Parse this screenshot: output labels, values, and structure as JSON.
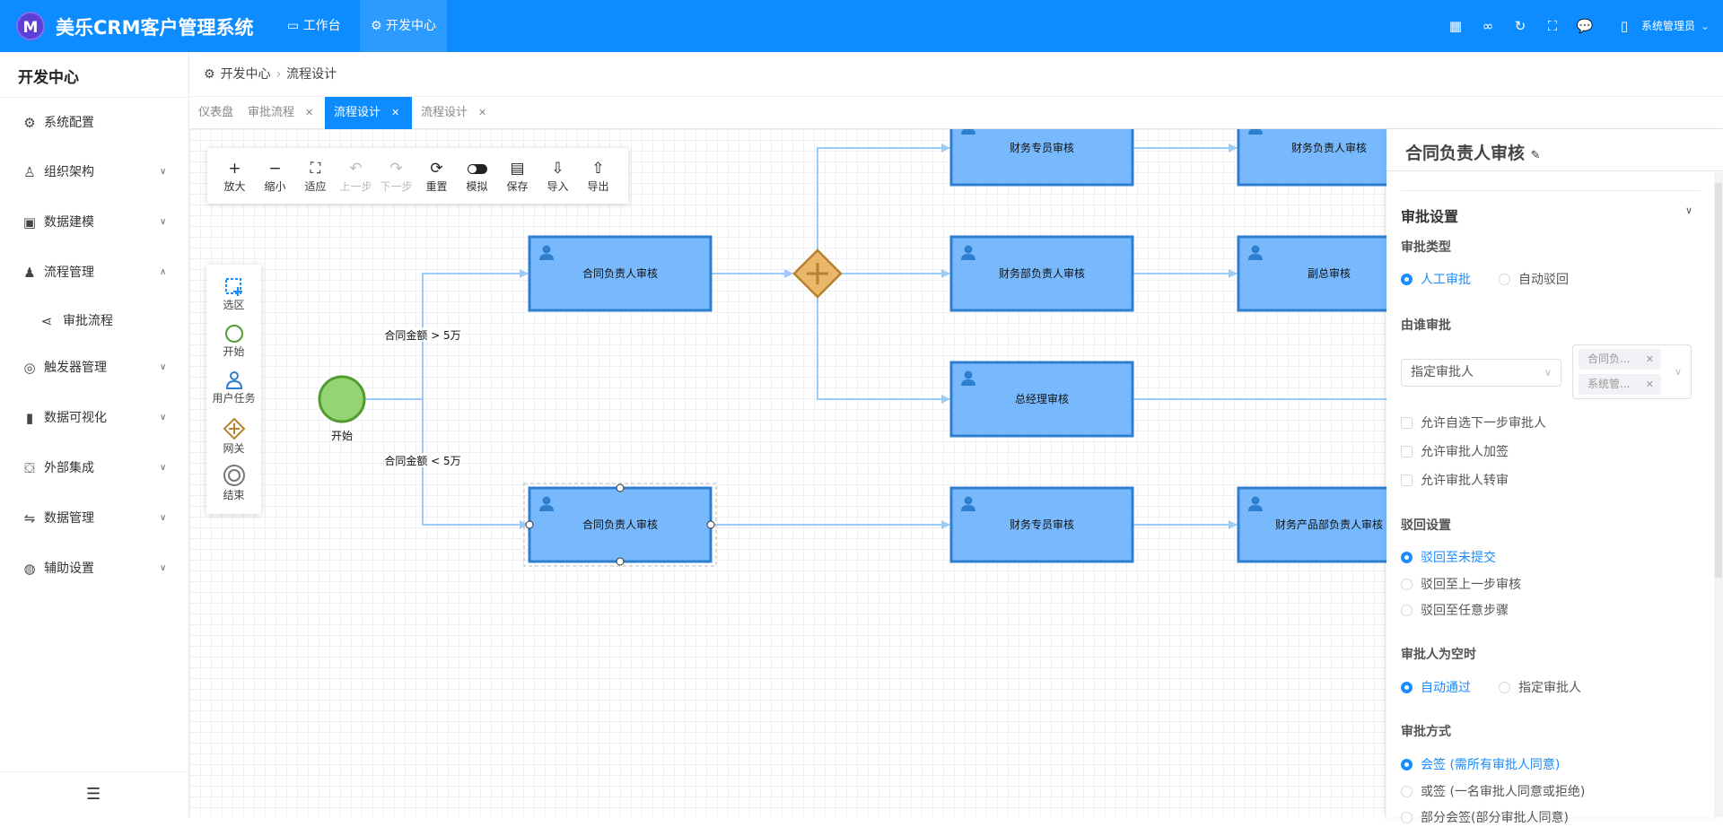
{
  "header": {
    "logo_text": "M",
    "title": "美乐CRM客户管理系统",
    "nav": [
      {
        "label": "工作台",
        "icon": "monitor-icon"
      },
      {
        "label": "开发中心",
        "icon": "gear-icon",
        "active": true
      }
    ],
    "icons": [
      "grid-apps-icon",
      "link-icon",
      "refresh-icon",
      "fullscreen-icon",
      "message-icon",
      "mobile-icon"
    ],
    "user": "系统管理员"
  },
  "sidebar": {
    "title": "开发中心",
    "items": [
      {
        "label": "系统配置",
        "icon": "gear-icon"
      },
      {
        "label": "组织架构",
        "icon": "user-icon",
        "expandable": true
      },
      {
        "label": "数据建模",
        "icon": "briefcase-icon",
        "expandable": true
      },
      {
        "label": "流程管理",
        "icon": "stamp-icon",
        "expanded": true
      },
      {
        "label": "审批流程",
        "icon": "share-icon",
        "sub": true
      },
      {
        "label": "触发器管理",
        "icon": "compass-icon",
        "expandable": true
      },
      {
        "label": "数据可视化",
        "icon": "bar-chart-icon",
        "expandable": true
      },
      {
        "label": "外部集成",
        "icon": "bag-icon",
        "expandable": true
      },
      {
        "label": "数据管理",
        "icon": "swap-icon",
        "expandable": true
      },
      {
        "label": "辅助设置",
        "icon": "lifebuoy-icon",
        "expandable": true
      }
    ]
  },
  "breadcrumb": [
    "开发中心",
    "流程设计"
  ],
  "tabs": [
    {
      "label": "仪表盘"
    },
    {
      "label": "审批流程",
      "closable": true
    },
    {
      "label": "流程设计",
      "closable": true,
      "active": true
    },
    {
      "label": "流程设计",
      "closable": true
    }
  ],
  "toolbar": [
    {
      "label": "放大",
      "icon": "plus-icon"
    },
    {
      "label": "缩小",
      "icon": "minus-icon"
    },
    {
      "label": "适应",
      "icon": "fit-icon"
    },
    {
      "label": "上一步",
      "icon": "undo-icon",
      "disabled": true
    },
    {
      "label": "下一步",
      "icon": "redo-icon",
      "disabled": true
    },
    {
      "label": "重置",
      "icon": "reset-icon"
    },
    {
      "label": "模拟",
      "icon": "toggle-icon"
    },
    {
      "label": "保存",
      "icon": "save-icon"
    },
    {
      "label": "导入",
      "icon": "import-icon"
    },
    {
      "label": "导出",
      "icon": "export-icon"
    }
  ],
  "palette": [
    {
      "label": "选区"
    },
    {
      "label": "开始"
    },
    {
      "label": "用户任务"
    },
    {
      "label": "网关"
    },
    {
      "label": "结束"
    }
  ],
  "diagram": {
    "start_label": "开始",
    "edge_labels": [
      "合同金额 > 5万",
      "合同金额 < 5万"
    ],
    "nodes": [
      "合同负责人审核",
      "合同负责人审核",
      "财务专员审核",
      "财务部负责人审核",
      "总经理审核",
      "财务专员审核",
      "财务负责人审核",
      "副总审核",
      "财务产品部负责人审核"
    ],
    "colors": {
      "task_fill": "#78b9fd",
      "task_stroke": "#2f7fd0",
      "edge": "#9ccbfb",
      "start": "#95d475",
      "gateway": "#eab86a"
    }
  },
  "panel": {
    "title": "合同负责人审核",
    "section": "审批设置",
    "approval_type": {
      "label": "审批类型",
      "options": [
        "人工审批",
        "自动驳回"
      ],
      "selected": "人工审批"
    },
    "approver": {
      "label": "由谁审批",
      "select_value": "指定审批人",
      "tags": [
        "合同负...",
        "系统管..."
      ]
    },
    "checkboxes": [
      "允许自选下一步审批人",
      "允许审批人加签",
      "允许审批人转审"
    ],
    "reject": {
      "label": "驳回设置",
      "options": [
        "驳回至未提交",
        "驳回至上一步审核",
        "驳回至任意步骤"
      ],
      "selected": "驳回至未提交"
    },
    "empty": {
      "label": "审批人为空时",
      "options": [
        "自动通过",
        "指定审批人"
      ],
      "selected": "自动通过"
    },
    "mode": {
      "label": "审批方式",
      "options": [
        "会签 (需所有审批人同意)",
        "或签 (一名审批人同意或拒绝)",
        "部分会签(部分审批人同意)"
      ],
      "selected": "会签 (需所有审批人同意)"
    }
  }
}
